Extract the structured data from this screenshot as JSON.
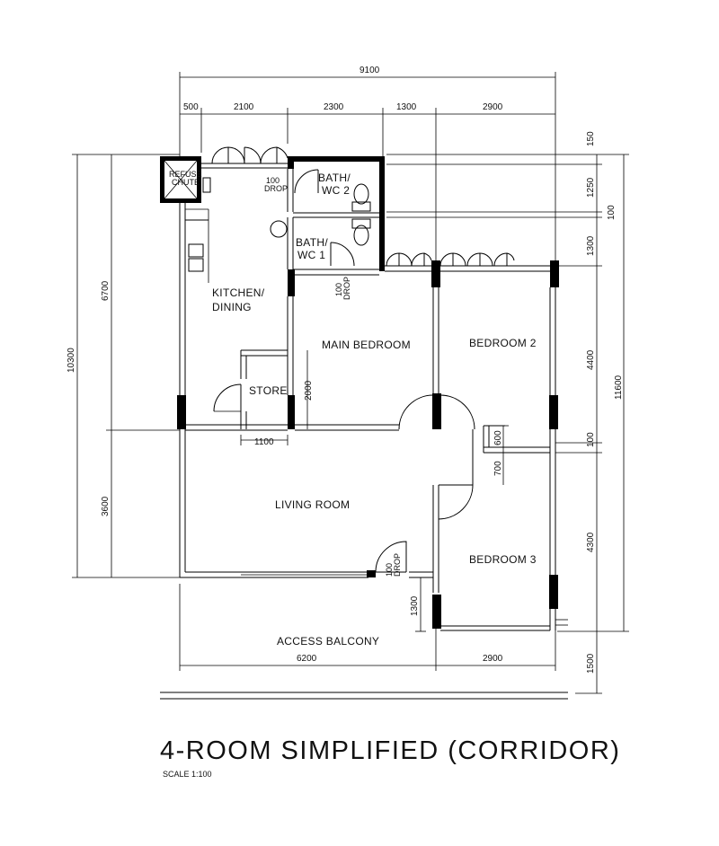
{
  "title": "4-ROOM SIMPLIFIED (CORRIDOR)",
  "scale": "SCALE 1:100",
  "rooms": {
    "refuse_chute": [
      "REFUSE",
      "CHUTE"
    ],
    "bath_wc2": [
      "BATH/",
      "WC 2"
    ],
    "bath_wc1": [
      "BATH/",
      "WC 1"
    ],
    "kitchen": [
      "KITCHEN/",
      "DINING"
    ],
    "main_bedroom": "MAIN BEDROOM",
    "bedroom2": "BEDROOM 2",
    "bedroom3": "BEDROOM 3",
    "store": "STORE",
    "living_room": "LIVING ROOM",
    "access_balcony": "ACCESS BALCONY"
  },
  "drops": {
    "drop1": [
      "100",
      "DROP"
    ],
    "drop2": [
      "100",
      "DROP"
    ],
    "drop3": [
      "100",
      "DROP"
    ]
  },
  "dims": {
    "top_total": "9100",
    "top_500": "500",
    "top_2100": "2100",
    "top_2300": "2300",
    "top_1300": "1300",
    "top_2900": "2900",
    "left_10300": "10300",
    "left_6700": "6700",
    "left_3600": "3600",
    "right_11600": "11600",
    "right_150": "150",
    "right_1250": "1250",
    "right_100a": "100",
    "right_1300": "1300",
    "right_4400": "4400",
    "right_100b": "100",
    "right_4300": "4300",
    "right_1500": "1500",
    "store_1100": "1100",
    "store_2000": "2000",
    "b2_600": "600",
    "b2_700": "700",
    "bal_1300": "1300",
    "bottom_6200": "6200",
    "bottom_2900": "2900"
  }
}
